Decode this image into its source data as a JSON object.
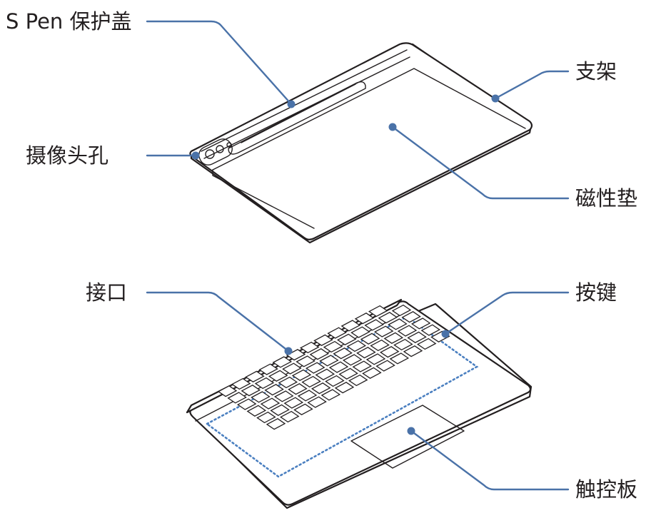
{
  "labels": {
    "spen_cover": "S Pen 保护盖",
    "stand": "支架",
    "camera_hole": "摄像头孔",
    "magnetic_pad": "磁性垫",
    "connector": "接口",
    "keys": "按键",
    "touchpad": "触控板"
  },
  "colors": {
    "leader": "#4a72a8",
    "outline": "#231f20",
    "key_area_border": "#4a7fc0"
  }
}
